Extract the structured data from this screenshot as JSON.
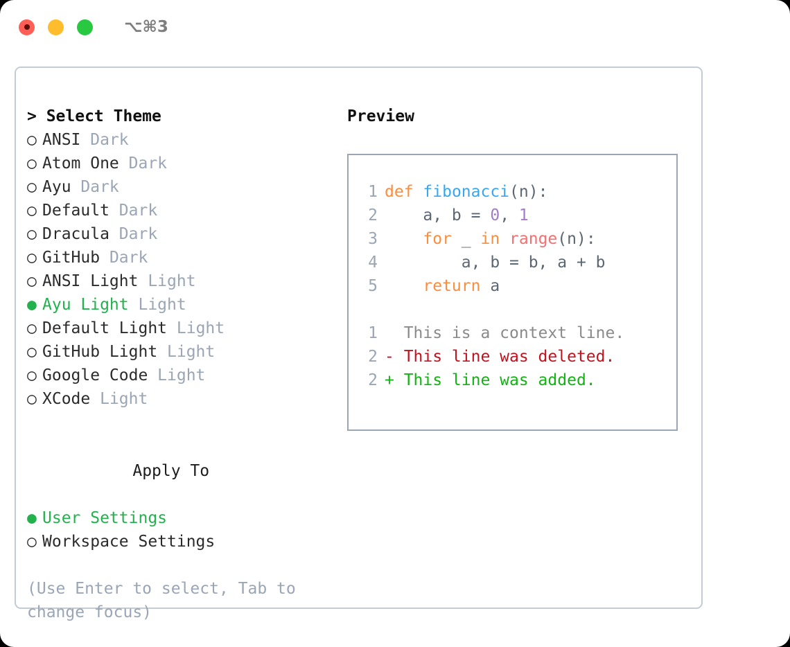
{
  "titlebar": {
    "shortcut": "⌥⌘3",
    "lights": [
      {
        "name": "close",
        "color": "#ff5f56"
      },
      {
        "name": "minimize",
        "color": "#ffbd2e"
      },
      {
        "name": "maximize",
        "color": "#28c840"
      }
    ]
  },
  "theme_section": {
    "header": "> Select Theme",
    "options": [
      {
        "marker": "○",
        "name": "ANSI",
        "variant": "Dark",
        "selected": false
      },
      {
        "marker": "○",
        "name": "Atom One",
        "variant": "Dark",
        "selected": false
      },
      {
        "marker": "○",
        "name": "Ayu",
        "variant": "Dark",
        "selected": false
      },
      {
        "marker": "○",
        "name": "Default",
        "variant": "Dark",
        "selected": false
      },
      {
        "marker": "○",
        "name": "Dracula",
        "variant": "Dark",
        "selected": false
      },
      {
        "marker": "○",
        "name": "GitHub",
        "variant": "Dark",
        "selected": false
      },
      {
        "marker": "○",
        "name": "ANSI Light",
        "variant": "Light",
        "selected": false
      },
      {
        "marker": "●",
        "name": "Ayu Light",
        "variant": "Light",
        "selected": true
      },
      {
        "marker": "○",
        "name": "Default Light",
        "variant": "Light",
        "selected": false
      },
      {
        "marker": "○",
        "name": "GitHub Light",
        "variant": "Light",
        "selected": false
      },
      {
        "marker": "○",
        "name": "Google Code",
        "variant": "Light",
        "selected": false
      },
      {
        "marker": "○",
        "name": "XCode",
        "variant": "Light",
        "selected": false
      }
    ]
  },
  "apply_section": {
    "header": "Apply To",
    "options": [
      {
        "marker": "●",
        "name": "User Settings",
        "selected": true
      },
      {
        "marker": "○",
        "name": "Workspace Settings",
        "selected": false
      }
    ]
  },
  "hint": "(Use Enter to select, Tab to change focus)",
  "preview": {
    "title": "Preview",
    "code_lines": [
      {
        "num": "1",
        "tokens": [
          {
            "t": "def",
            "c": "kw"
          },
          {
            "t": " ",
            "c": "pl"
          },
          {
            "t": "fibonacci",
            "c": "fn"
          },
          {
            "t": "(n):",
            "c": "pl"
          }
        ]
      },
      {
        "num": "2",
        "tokens": [
          {
            "t": "    a, b = ",
            "c": "pl"
          },
          {
            "t": "0",
            "c": "num"
          },
          {
            "t": ", ",
            "c": "pl"
          },
          {
            "t": "1",
            "c": "num"
          }
        ]
      },
      {
        "num": "3",
        "tokens": [
          {
            "t": "    ",
            "c": "pl"
          },
          {
            "t": "for",
            "c": "kw"
          },
          {
            "t": " _ ",
            "c": "pl"
          },
          {
            "t": "in",
            "c": "kw"
          },
          {
            "t": " ",
            "c": "pl"
          },
          {
            "t": "range",
            "c": "bi"
          },
          {
            "t": "(n):",
            "c": "pl"
          }
        ]
      },
      {
        "num": "4",
        "tokens": [
          {
            "t": "        a, b = b, a + b",
            "c": "pl"
          }
        ]
      },
      {
        "num": "5",
        "tokens": [
          {
            "t": "    ",
            "c": "pl"
          },
          {
            "t": "return",
            "c": "kw"
          },
          {
            "t": " a",
            "c": "pl"
          }
        ]
      }
    ],
    "diff_lines": [
      {
        "num": "1",
        "kind": "ctx",
        "text": "  This is a context line."
      },
      {
        "num": "2",
        "kind": "del",
        "text": "- This line was deleted."
      },
      {
        "num": "2",
        "kind": "add",
        "text": "+ This line was added."
      }
    ]
  }
}
